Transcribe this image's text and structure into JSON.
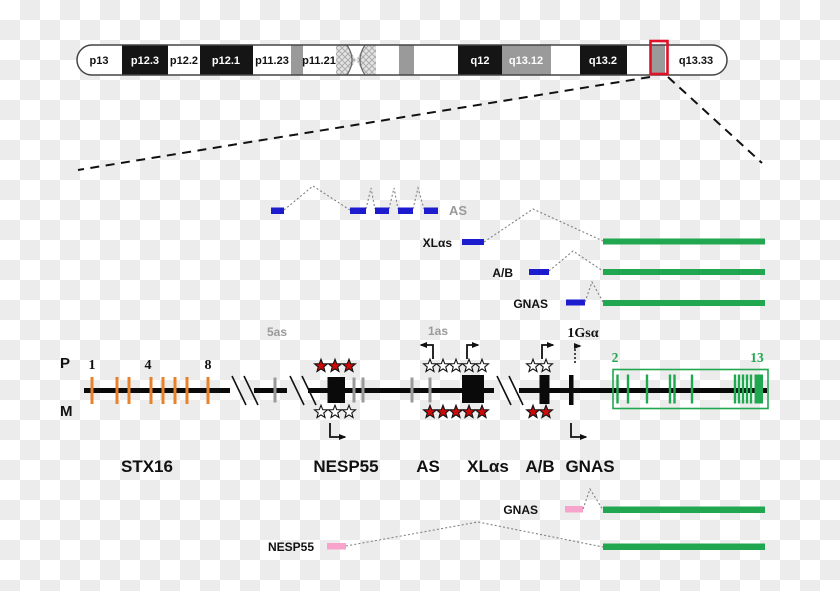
{
  "chromosome": {
    "bands": [
      {
        "label": "p13",
        "stain": "white"
      },
      {
        "label": "p12.3",
        "stain": "black"
      },
      {
        "label": "p12.2",
        "stain": "white"
      },
      {
        "label": "p12.1",
        "stain": "black"
      },
      {
        "label": "p11.23",
        "stain": "white"
      },
      {
        "label": "p11.21",
        "stain": "white"
      },
      {
        "label": "q12",
        "stain": "black"
      },
      {
        "label": "q13.12",
        "stain": "gray"
      },
      {
        "label": "q13.2",
        "stain": "black"
      },
      {
        "label": "q13.33",
        "stain": "white"
      }
    ]
  },
  "transcripts_top": {
    "as": {
      "label": "AS",
      "exon_count": 5
    },
    "xlas": {
      "label": "XLαs"
    },
    "ab": {
      "label": "A/B"
    },
    "gnas": {
      "label": "GNAS"
    }
  },
  "locus": {
    "paternal_label": "P",
    "maternal_label": "M",
    "stx16": {
      "first_exon": "1",
      "middle_exon": "4",
      "last_exon": "8",
      "exon_ticks": 8
    },
    "dmr_labels": {
      "nesp": "5as",
      "as_p": "1as",
      "gsa": "1Gsα"
    },
    "gsa_exons": {
      "first": "2",
      "last": "13"
    },
    "gene_labels": {
      "stx16": "STX16",
      "nesp55": "NESP55",
      "as": "AS",
      "xlas": "XLαs",
      "ab": "A/B",
      "gnas": "GNAS"
    },
    "methylation_stars": {
      "nesp55": {
        "above": {
          "count": 3,
          "fill": "red"
        },
        "below": {
          "count": 3,
          "fill": "open"
        }
      },
      "xlas_as": {
        "above": {
          "count": 5,
          "fill": "open"
        },
        "below": {
          "count": 5,
          "fill": "red"
        }
      },
      "ab": {
        "above": {
          "count": 2,
          "fill": "open"
        },
        "below": {
          "count": 2,
          "fill": "red"
        }
      }
    }
  },
  "transcripts_bottom": {
    "gnas": {
      "label": "GNAS"
    },
    "nesp55": {
      "label": "NESP55"
    }
  },
  "colors": {
    "stx16_exon": "#E8822A",
    "tick_gray": "#9A9A9A",
    "exon_blue": "#1C1CCE",
    "gsa_green": "#22A751",
    "pink": "#F7A3CB",
    "star_red": "#CC0A0A",
    "highlight_red": "#E01227",
    "label_gray": "#9A9A9A",
    "band_black": "#151515",
    "band_gray": "#9A9A9A",
    "line_black": "#0A0A0A"
  },
  "icons": {
    "methylated_dmr_icon": "red-filled-star",
    "unmethylated_dmr_icon": "open-star",
    "transcription_start_icon": "bent-arrow",
    "biallelic_promoter_icon": "dotted-bent-arrow",
    "sequence_break_icon": "double-slash",
    "zoom_region_icon": "red-rectangle-outline",
    "centromere_icon": "crosshatch-pinch"
  }
}
